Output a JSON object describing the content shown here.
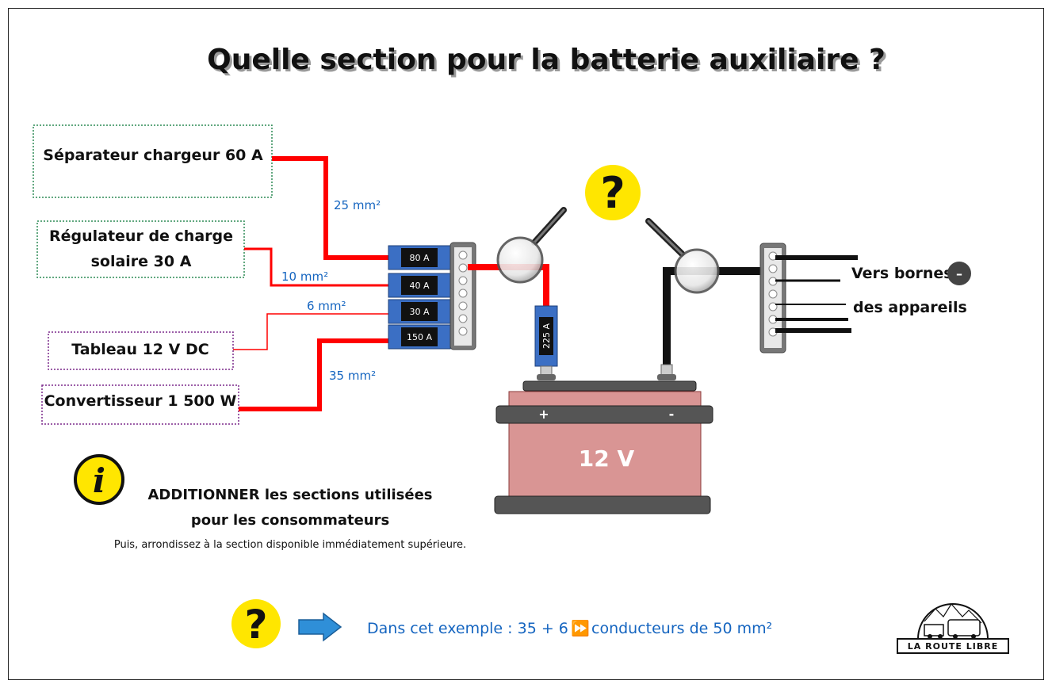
{
  "title": "Quelle section pour la batterie auxiliaire ?",
  "sources": [
    {
      "label": "Séparateur chargeur 60 A",
      "section": "25 mm²",
      "fuse": "80 A"
    },
    {
      "label_line1": "Régulateur de charge",
      "label_line2": "solaire 30 A",
      "section": "10 mm²",
      "fuse": "40 A"
    },
    {
      "label": "Tableau 12 V DC",
      "section": "6 mm²",
      "fuse": "30 A"
    },
    {
      "label": "Convertisseur 1 500 W",
      "section": "35 mm²",
      "fuse": "150 A"
    }
  ],
  "main_fuse": "225 A",
  "battery": {
    "voltage": "12 V",
    "plus": "+",
    "minus": "-"
  },
  "negative_text": {
    "line1": "Vers bornes",
    "line2": "des appareils",
    "minus_symbol": "–"
  },
  "question_mark": "?",
  "info_symbol": "i",
  "note": {
    "line1": "ADDITIONNER les sections utilisées",
    "line2": "pour les consommateurs",
    "line3": "Puis, arrondissez à la section disponible immédiatement supérieure."
  },
  "example": {
    "prefix": "Dans cet exemple : 35 + 6",
    "arrow": "⏩",
    "suffix": "conducteurs de 50 mm²"
  },
  "logo": {
    "text": "LA ROUTE LIBRE"
  },
  "colors": {
    "wire_red": "#ff0000",
    "wire_black": "#111111",
    "fuse_blue": "#3b6fc4",
    "battery_body": "#d99594",
    "question_yellow": "#ffe600",
    "text_blue": "#1565c0",
    "green_border": "#2e8b57",
    "purple_border": "#7b2a8b"
  }
}
